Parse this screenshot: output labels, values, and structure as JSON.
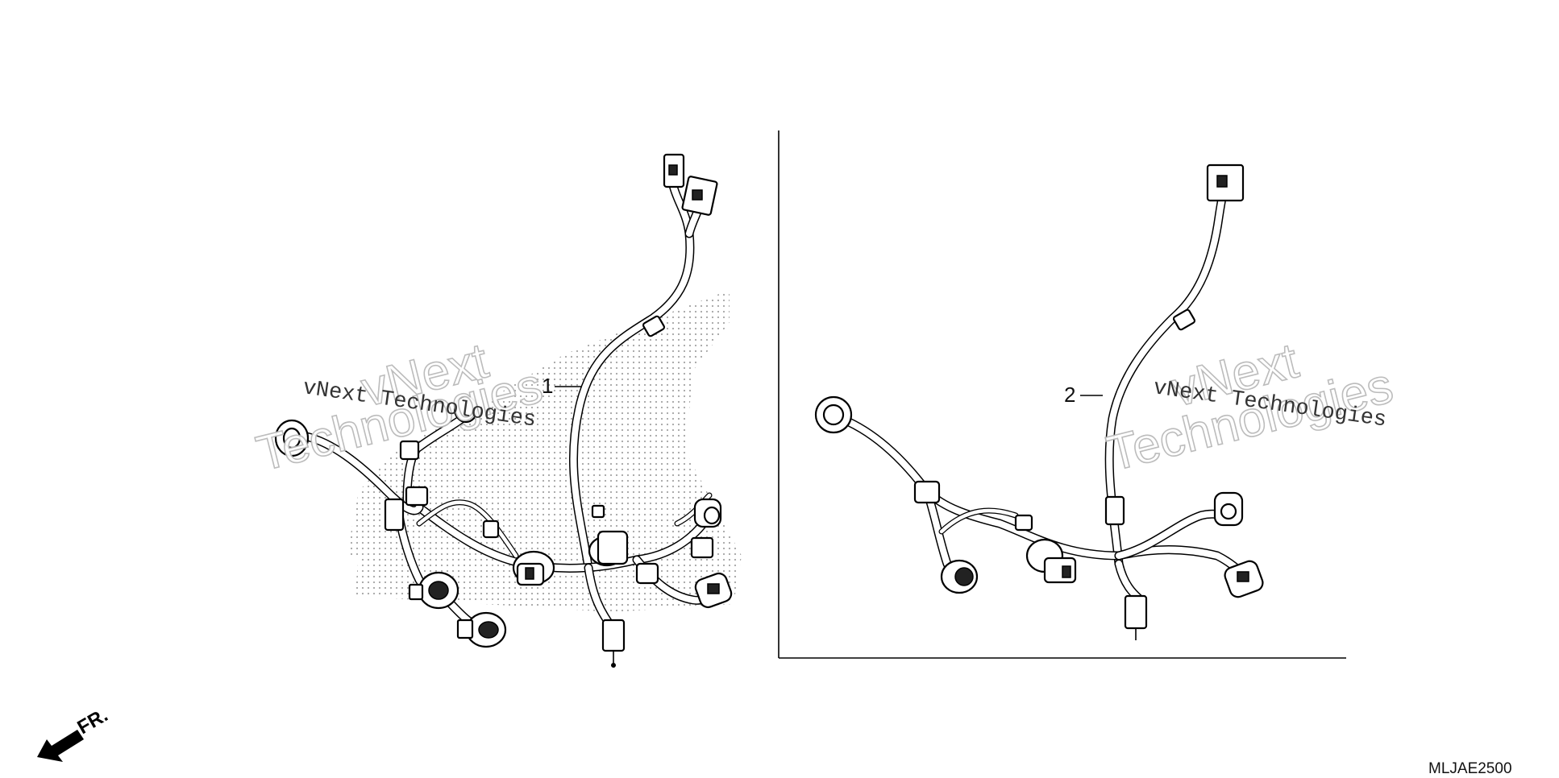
{
  "callouts": {
    "harness_1": "1",
    "harness_2": "2"
  },
  "watermark": {
    "line1": "vNext",
    "line2": "Technologies",
    "small": "vNext Technologies"
  },
  "direction_label": "FR.",
  "diagram_code": "MLJAE2500",
  "colors": {
    "line": "#000000",
    "watermark_outline": "#b9b9b9",
    "stipple": "#9a9a9a"
  },
  "icons": [
    "front-direction-arrow-icon"
  ]
}
